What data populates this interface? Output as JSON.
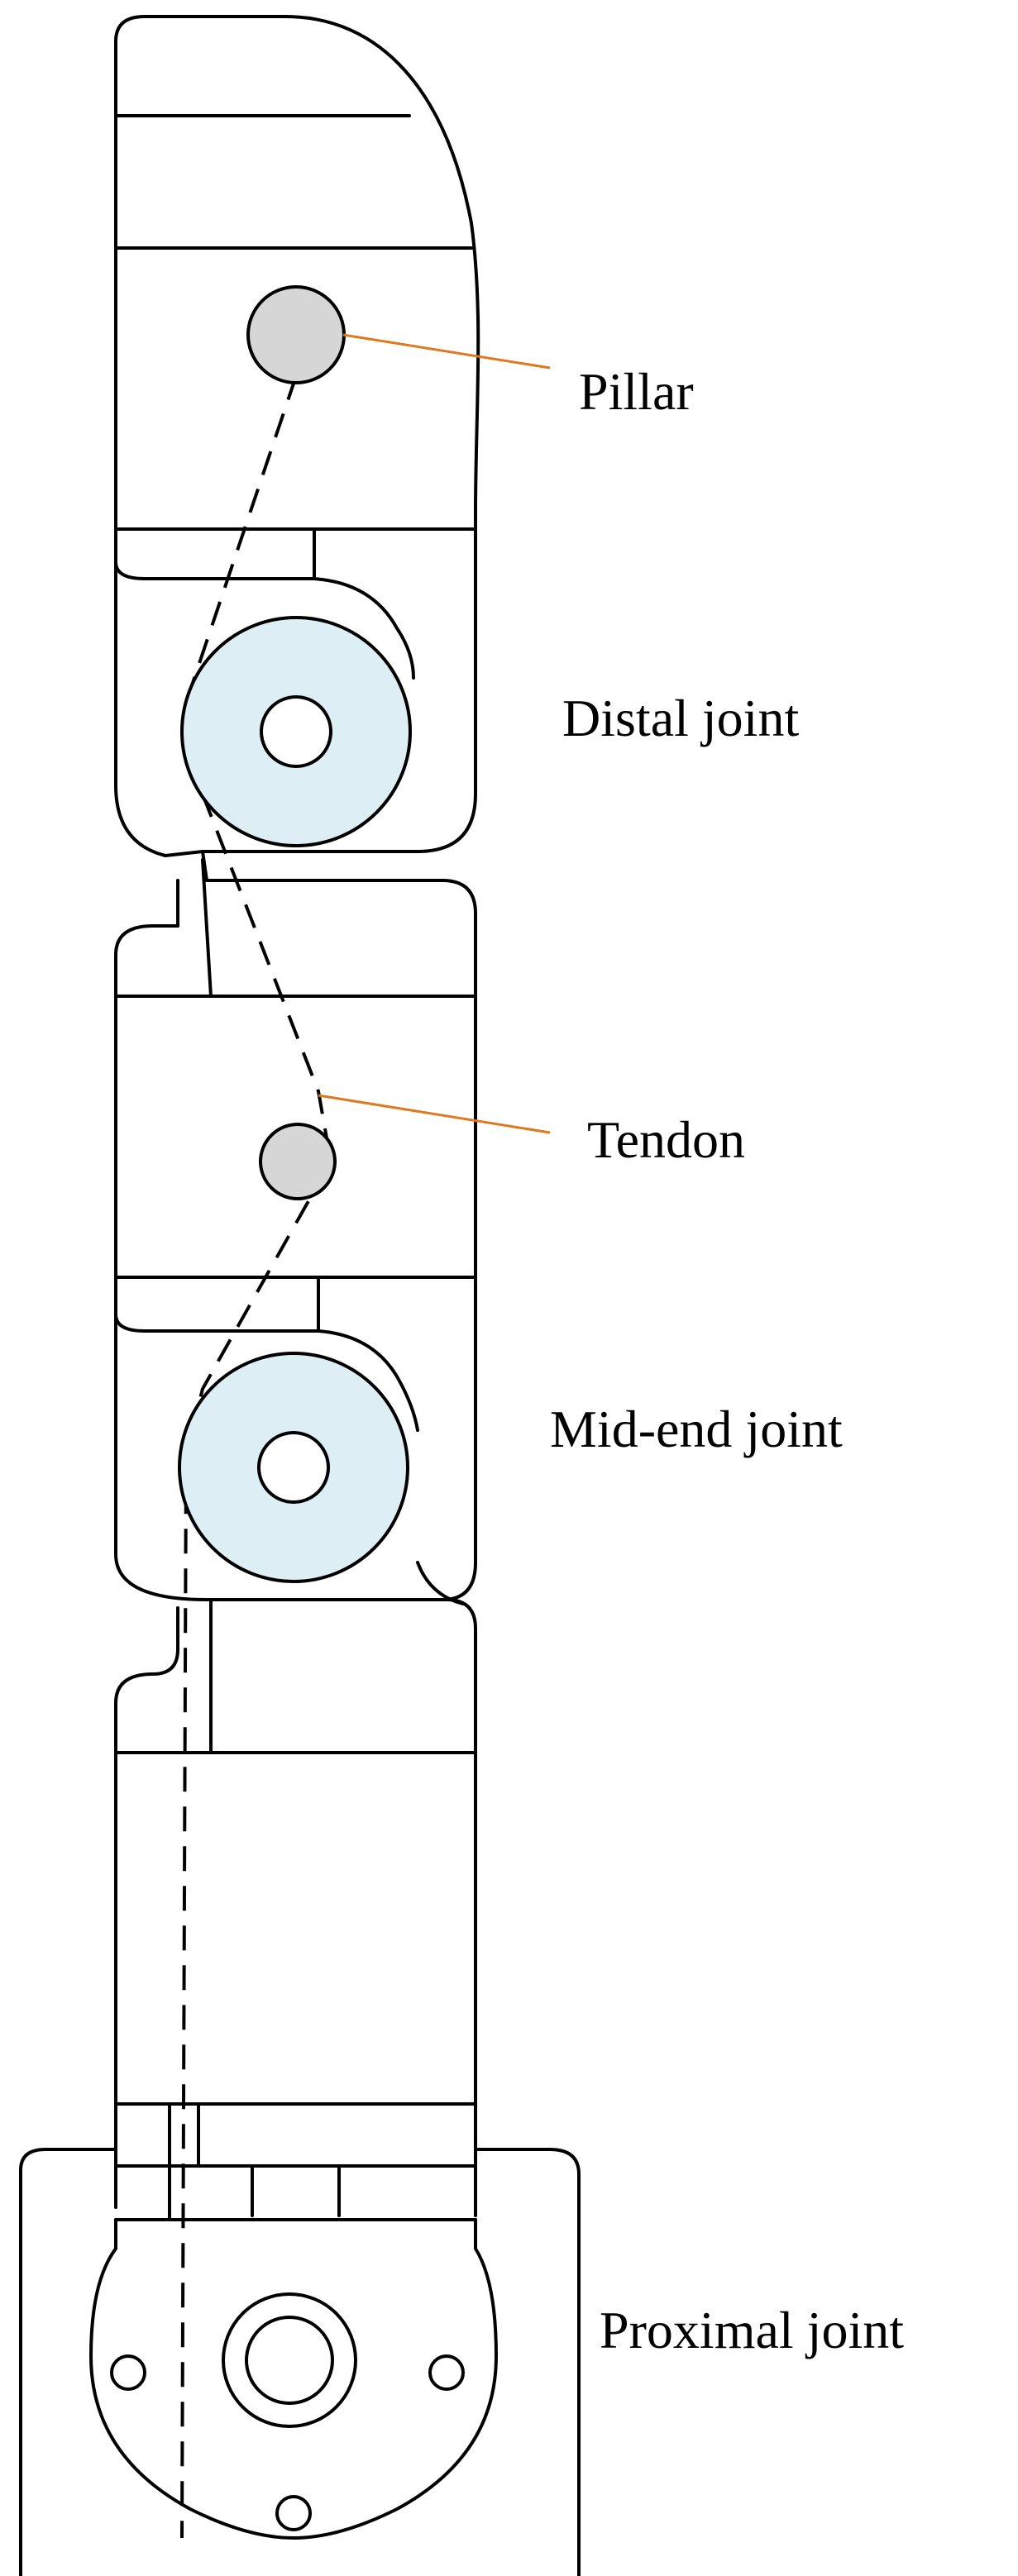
{
  "labels": {
    "pillar": "Pillar",
    "distal_joint": "Distal joint",
    "tendon": "Tendon",
    "mid_end_joint": "Mid-end joint",
    "proximal_joint": "Proximal joint"
  },
  "colors": {
    "outline": "#000000",
    "pillar_fill": "#d6d6d6",
    "pulley_fill": "#ddeef4",
    "leader_line": "#e07820",
    "background": "#ffffff"
  }
}
